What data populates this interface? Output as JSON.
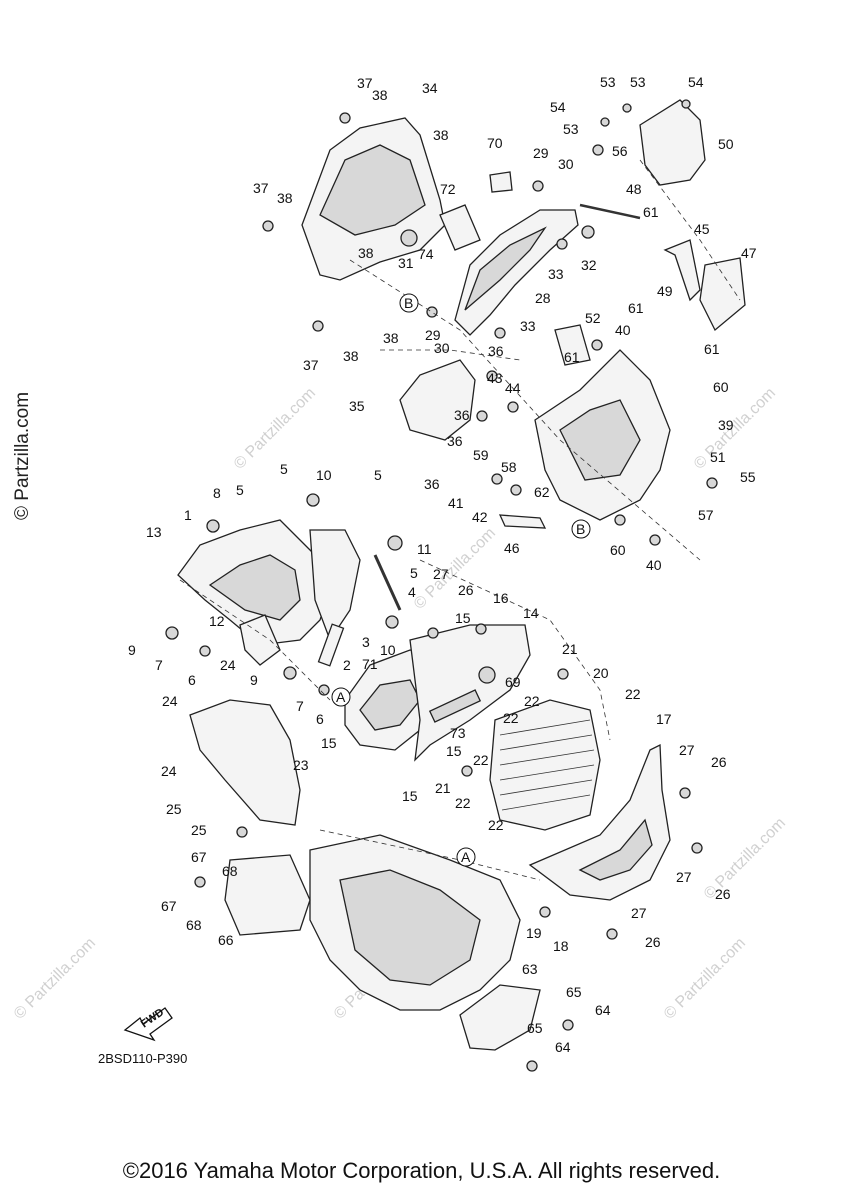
{
  "diagram": {
    "callouts": [
      "1",
      "2",
      "3",
      "4",
      "5",
      "6",
      "7",
      "8",
      "9",
      "10",
      "11",
      "12",
      "13",
      "14",
      "15",
      "16",
      "17",
      "18",
      "19",
      "20",
      "21",
      "22",
      "23",
      "24",
      "25",
      "26",
      "27",
      "28",
      "29",
      "30",
      "31",
      "32",
      "33",
      "34",
      "35",
      "36",
      "37",
      "38",
      "39",
      "40",
      "41",
      "42",
      "43",
      "44",
      "45",
      "46",
      "47",
      "48",
      "49",
      "50",
      "51",
      "52",
      "53",
      "54",
      "55",
      "56",
      "57",
      "58",
      "59",
      "60",
      "61",
      "62",
      "63",
      "64",
      "65",
      "66",
      "67",
      "68",
      "69",
      "70",
      "71",
      "72",
      "73",
      "74"
    ],
    "reference_markers": [
      "A",
      "B"
    ],
    "watermark_vertical": "© Partzilla.com",
    "watermark_tile": "© Partzilla.com",
    "fwd_label": "FWD",
    "diagram_code": "2BSD110-P390"
  },
  "footer": {
    "copyright": "©2016 Yamaha Motor Corporation, U.S.A. All rights reserved."
  }
}
